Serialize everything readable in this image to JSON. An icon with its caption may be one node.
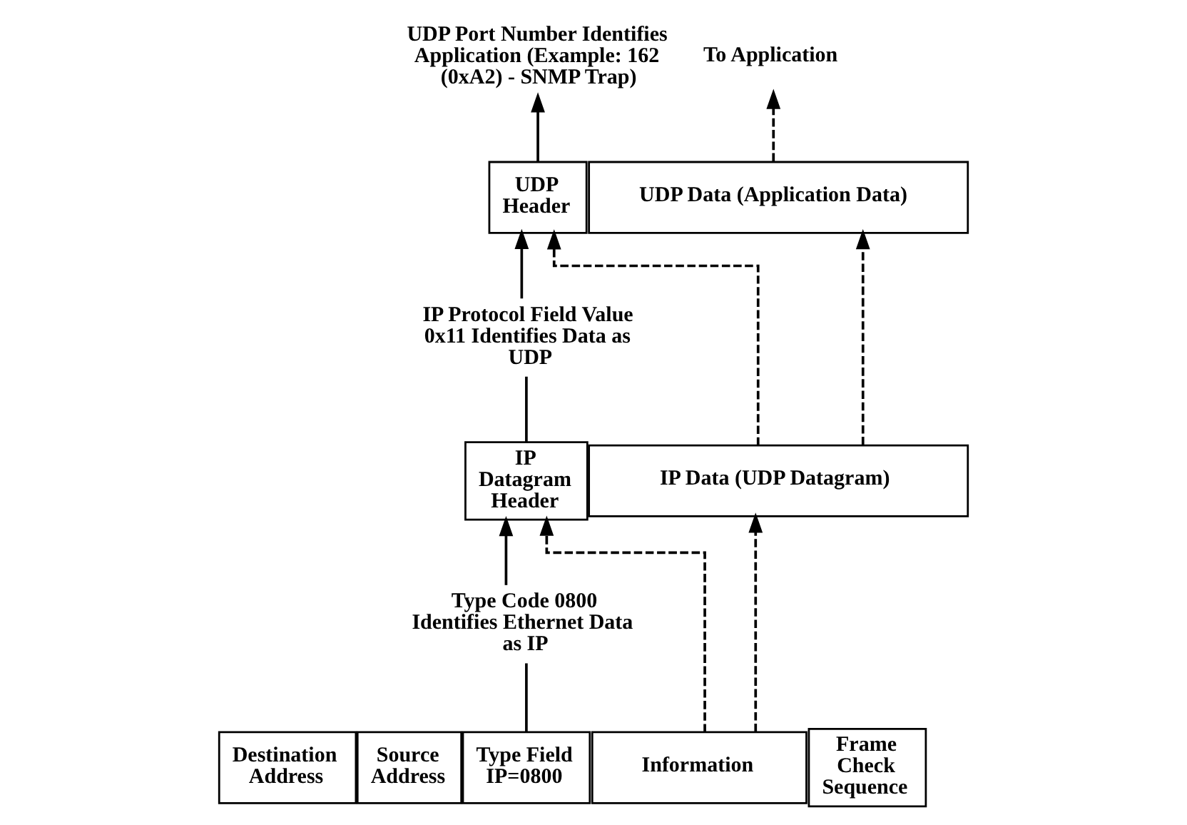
{
  "diagram": {
    "nodes": [
      {
        "text": [
          "UDP Port Number Identifies Application (Example: 162 (0xA2) - SNMP Trap)"
        ]
      },
      {
        "text": [
          "To Application"
        ]
      },
      {
        "text": [
          "UDP Header"
        ]
      },
      {
        "text": [
          "UDP Data (Application Data)"
        ]
      },
      {
        "text": [
          "IP Protocol Field Value 0x11 Identifies Data as UDP"
        ]
      },
      {
        "text": [
          "IP Datagram Header"
        ]
      },
      {
        "text": [
          "IP Data (UDP Datagram)"
        ]
      },
      {
        "text": [
          "Type Code 0800 Identifies Ethernet Data as IP"
        ]
      },
      {
        "text": [
          "Destination Address"
        ]
      },
      {
        "text": [
          "Source Address"
        ]
      },
      {
        "text": [
          "Type Field IP=0800"
        ]
      },
      {
        "text": [
          "Information"
        ]
      },
      {
        "text": [
          "Frame Check Sequence"
        ]
      }
    ],
    "edges": [
      {
        "from": 2,
        "to": 0,
        "arrow": "to"
      },
      {
        "from": 3,
        "to": 1,
        "arrow": "to",
        "style": "dashed"
      },
      {
        "from": 4,
        "to": 2,
        "arrow": "to"
      },
      {
        "from": 5,
        "to": 4,
        "arrow": "none"
      },
      {
        "from": 6,
        "to": 2,
        "arrow": "to",
        "style": "dashed"
      },
      {
        "from": 6,
        "to": 3,
        "arrow": "to",
        "style": "dashed"
      },
      {
        "from": 7,
        "to": 5,
        "arrow": "to"
      },
      {
        "from": 10,
        "to": 7,
        "arrow": "none"
      },
      {
        "from": 11,
        "to": 5,
        "arrow": "to",
        "style": "dashed"
      },
      {
        "from": 11,
        "to": 6,
        "arrow": "to",
        "style": "dashed"
      }
    ]
  }
}
